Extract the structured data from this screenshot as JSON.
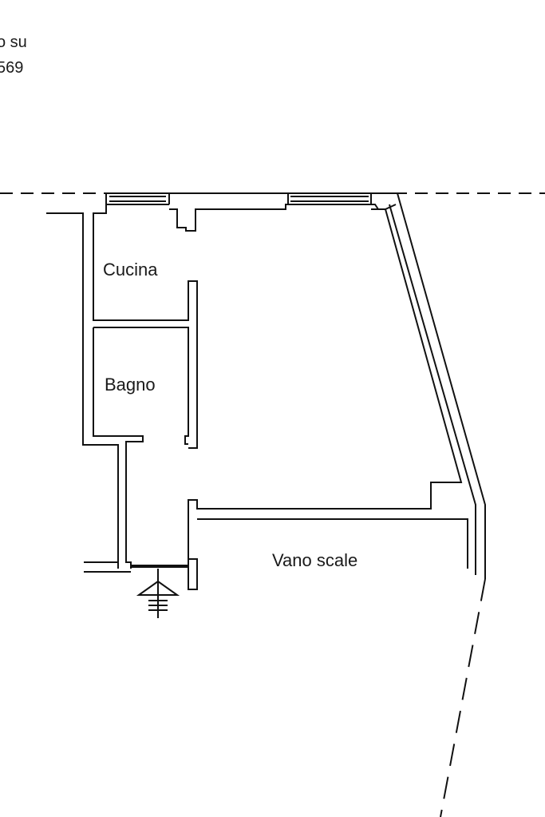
{
  "header": {
    "line1": "o su",
    "line2": "569"
  },
  "rooms": {
    "cucina": "Cucina",
    "bagno": "Bagno",
    "vano_scale": "Vano scale"
  },
  "colors": {
    "line": "#111111",
    "background": "#ffffff"
  }
}
